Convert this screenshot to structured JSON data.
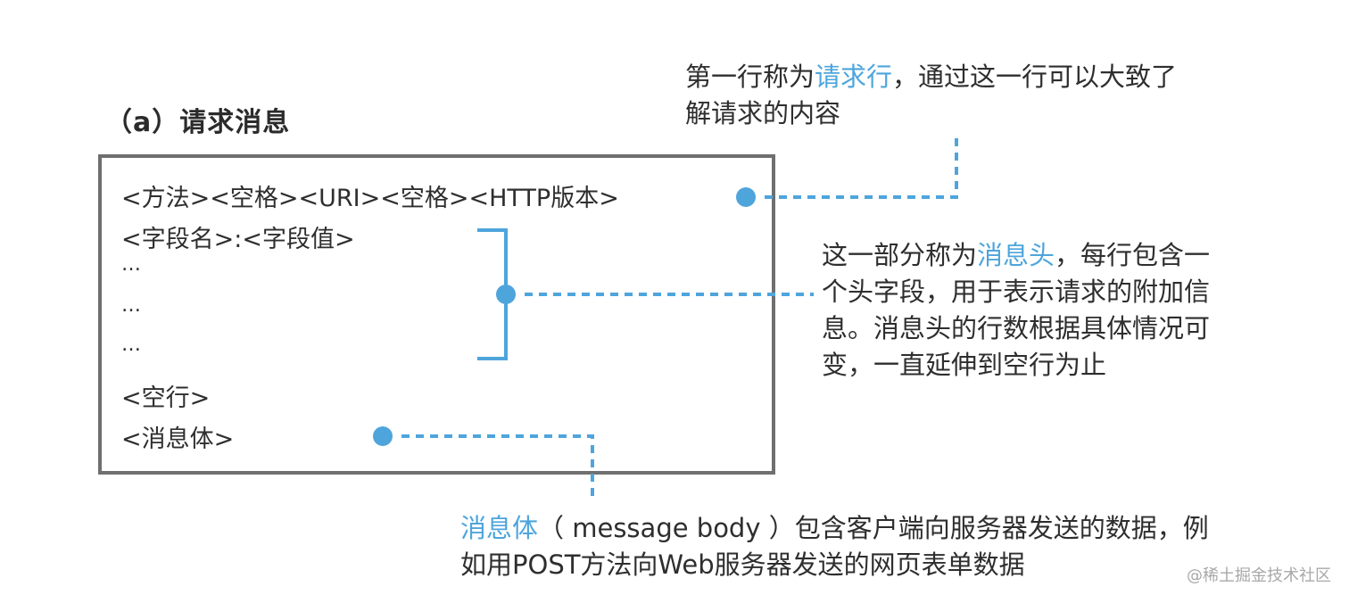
{
  "title": "（a）请求消息",
  "message_lines": {
    "request_line": "<方法><空格><URI><空格><HTTP版本>",
    "header_line": "<字段名>:<字段值>",
    "ellipsis_1": "…",
    "ellipsis_2": "…",
    "ellipsis_3": "…",
    "blank_line": "<空行>",
    "body_line": "<消息体>"
  },
  "annotations": {
    "request_line_note": {
      "prefix": "第一行称为",
      "highlight": "请求行",
      "suffix": "，通过这一行可以大致了",
      "line2": "解请求的内容"
    },
    "header_note": {
      "prefix": "这一部分称为",
      "highlight": "消息头",
      "suffix": "，每行包含一",
      "line2": "个头字段，用于表示请求的附加信",
      "line3": "息。消息头的行数根据具体情况可",
      "line4": "变，一直延伸到空行为止"
    },
    "body_note": {
      "highlight": "消息体",
      "suffix": "（ message body ）包含客户端向服务器发送的数据，例",
      "line2": "如用POST方法向Web服务器发送的网页表单数据"
    }
  },
  "watermark": "@稀土掘金技术社区",
  "colors": {
    "accent": "#4ea5dc",
    "box_border": "#6f6f6f",
    "text": "#2e2e2e"
  }
}
